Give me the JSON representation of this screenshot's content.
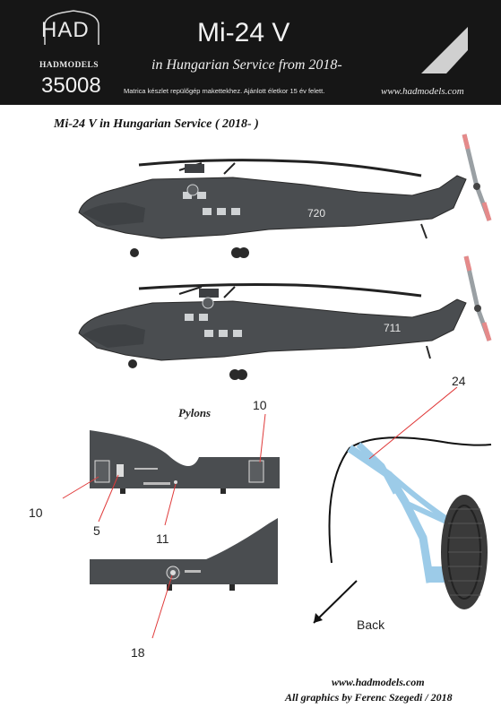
{
  "header": {
    "logo_text": "HAD",
    "brand": "HADMODELS",
    "catalog_number": "35008",
    "title": "Mi-24 V",
    "subtitle": "in Hungarian Service from 2018-",
    "age_note": "Matrica készlet repülőgép makettekhez. Ajánlott életkor 15 év felett.",
    "website": "www.hadmodels.com"
  },
  "section_title": "Mi-24 V in Hungarian Service ( 2018-  )",
  "helicopters": [
    {
      "tail_number": "720"
    },
    {
      "tail_number": "711"
    }
  ],
  "pylons_label": "Pylons",
  "callouts": {
    "c10_top": "10",
    "c10_left": "10",
    "c5": "5",
    "c11": "11",
    "c18": "18",
    "c24": "24"
  },
  "back_label": "Back",
  "footer": {
    "website": "www.hadmodels.com",
    "credit": "All graphics by Ferenc Szegedi  / 2018"
  },
  "colors": {
    "header_bg": "#161616",
    "helicopter_grey": "#4a4d50",
    "landing_gear_blue": "#a9d2ec",
    "callout_red": "#e03a3a"
  }
}
